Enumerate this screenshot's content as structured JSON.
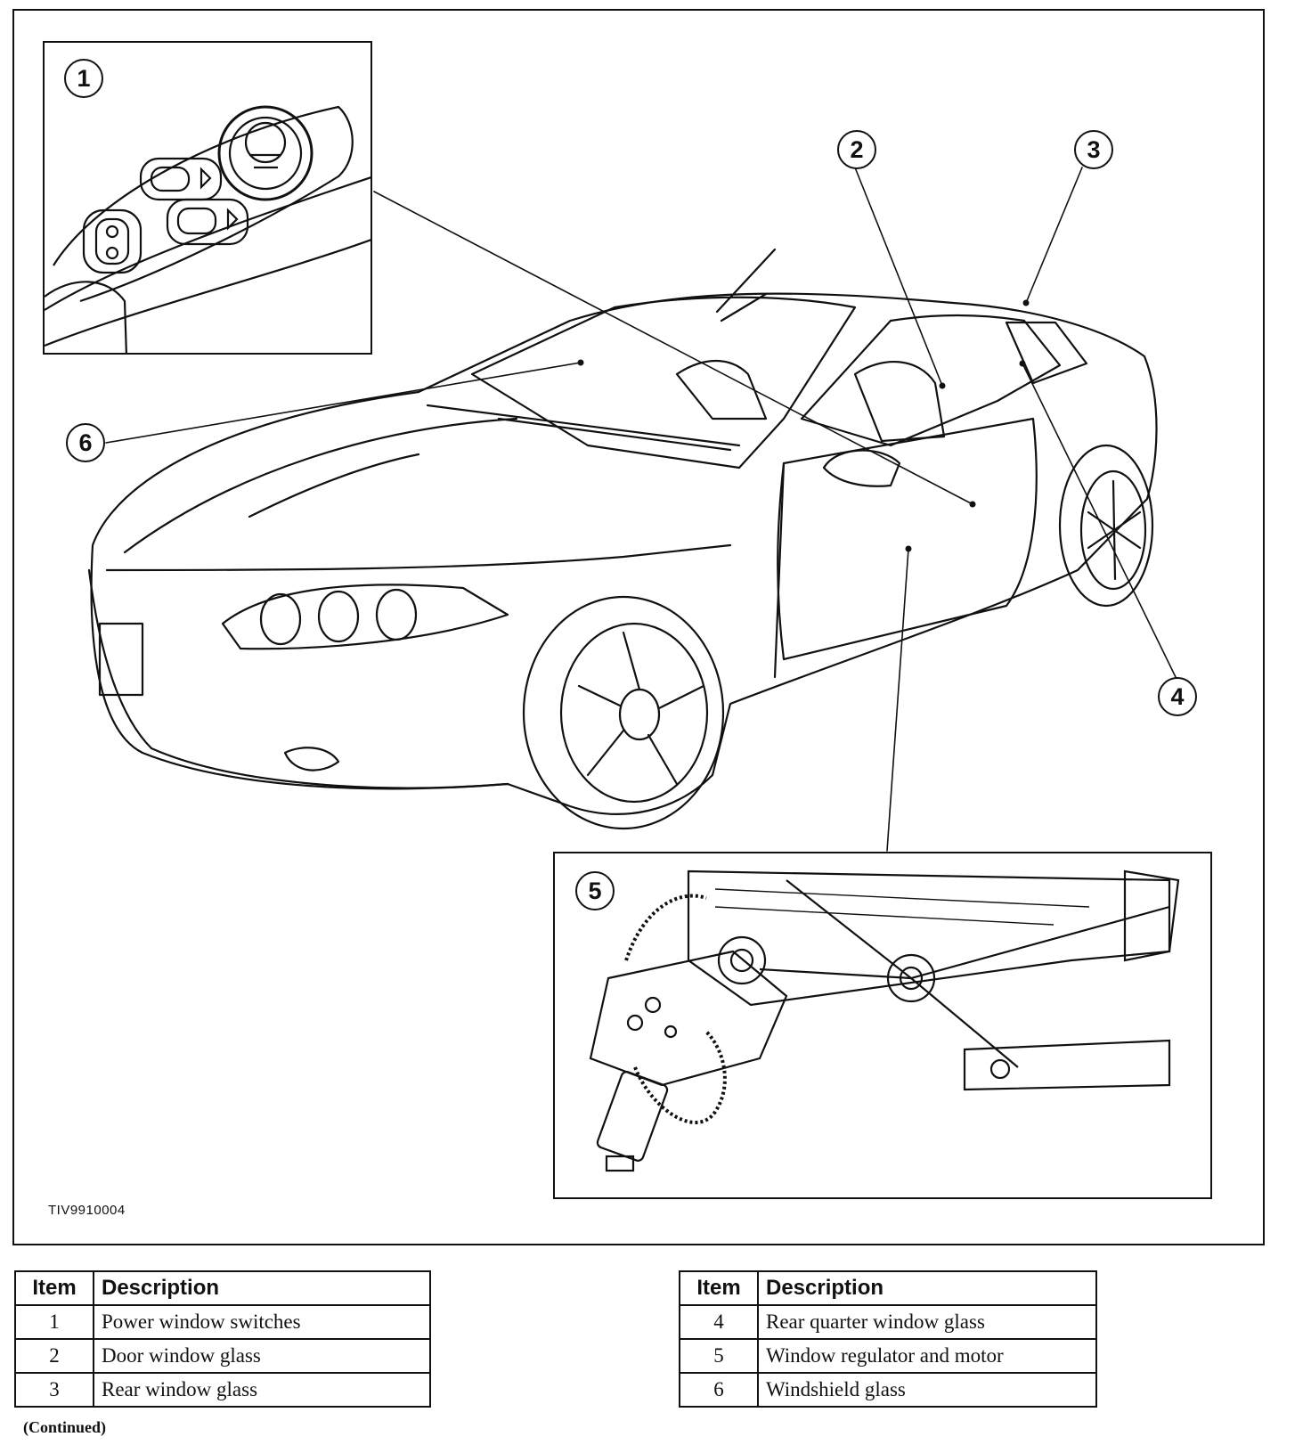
{
  "figure": {
    "figure_id": "TIV9910004",
    "callouts": [
      "1",
      "2",
      "3",
      "4",
      "5",
      "6"
    ]
  },
  "tables": [
    {
      "headers": {
        "item": "Item",
        "description": "Description"
      },
      "rows": [
        {
          "item": "1",
          "description": "Power window switches"
        },
        {
          "item": "2",
          "description": "Door window glass"
        },
        {
          "item": "3",
          "description": "Rear window glass"
        }
      ]
    },
    {
      "headers": {
        "item": "Item",
        "description": "Description"
      },
      "rows": [
        {
          "item": "4",
          "description": "Rear quarter window glass"
        },
        {
          "item": "5",
          "description": "Window regulator and motor"
        },
        {
          "item": "6",
          "description": "Windshield glass"
        }
      ]
    }
  ],
  "footer": {
    "continued": "(Continued)"
  }
}
